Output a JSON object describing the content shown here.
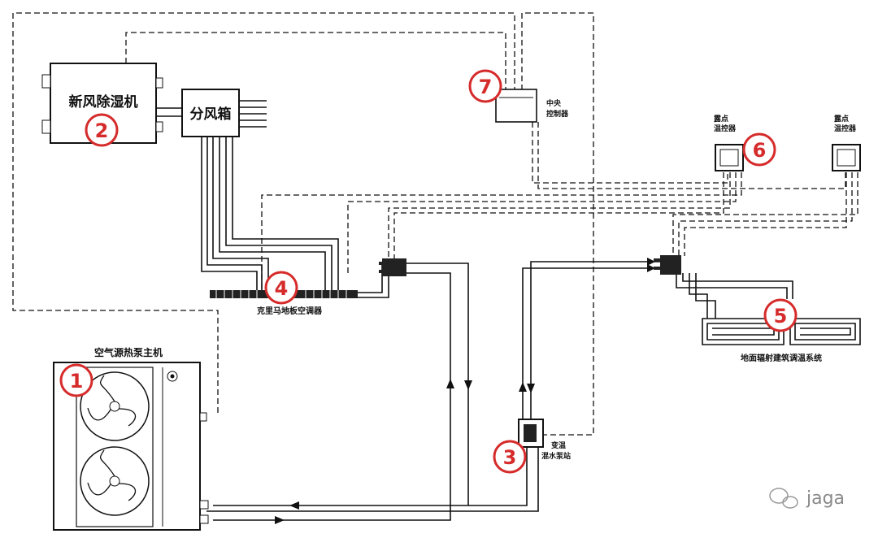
{
  "labels": {
    "fresh_air_unit": "新风除湿机",
    "air_box": "分风箱",
    "central_controller": "中央\n控制器",
    "dew_controller_a": "露点\n温控器",
    "dew_controller_b": "露点\n温控器",
    "floor_ac": "克里马地板空调器",
    "floor_radiant": "地面辐射建筑调温系统",
    "heat_pump": "空气源热泵主机",
    "mixing_station": "变温\n混水泵站",
    "watermark": "jaga"
  },
  "markers": [
    "1",
    "2",
    "3",
    "4",
    "5",
    "6",
    "7"
  ],
  "colors": {
    "marker": "#d62b2b",
    "line": "#111111",
    "background": "#ffffff"
  }
}
